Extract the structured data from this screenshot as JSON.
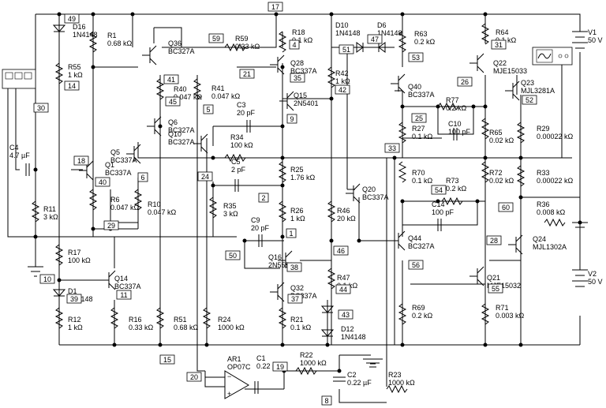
{
  "components": {
    "D16": [
      "D16",
      "1N4148"
    ],
    "R1": [
      "R1",
      "0.68 kΩ"
    ],
    "Q36": [
      "Q36",
      "BC327A"
    ],
    "R59": [
      "R59",
      "0.33 kΩ"
    ],
    "R18": [
      "R18",
      "0.1 kΩ"
    ],
    "D10": [
      "D10",
      "1N4148"
    ],
    "D6": [
      "D6",
      "1N4148"
    ],
    "R63": [
      "R63",
      "0.2 kΩ"
    ],
    "R64": [
      "R64",
      "0.1 kΩ"
    ],
    "R55": [
      "R55",
      "1 kΩ"
    ],
    "Q28": [
      "Q28",
      "BC337A"
    ],
    "R42": [
      "R42",
      "1 kΩ"
    ],
    "Q22": [
      "Q22",
      "MJE15033"
    ],
    "R40": [
      "R40",
      "0.047 kΩ"
    ],
    "R41": [
      "R41",
      "0.047 kΩ"
    ],
    "Q15": [
      "Q15",
      "2N5401"
    ],
    "Q40": [
      "Q40",
      "BC337A"
    ],
    "R77": [
      "R77",
      "0.2 kΩ"
    ],
    "Q23": [
      "Q23",
      "MJL3281A"
    ],
    "C3": [
      "C3",
      "20 pF"
    ],
    "C10": [
      "C10",
      "100 pF"
    ],
    "C4": [
      "C4",
      "4.7 µF"
    ],
    "Q6": [
      "Q6",
      "BC327A"
    ],
    "Q10": [
      "Q10",
      "BC327A"
    ],
    "R34": [
      "R34",
      "100 kΩ"
    ],
    "R27": [
      "R27",
      "0.1 kΩ"
    ],
    "R65": [
      "R65",
      "0.02 kΩ"
    ],
    "R29": [
      "R29",
      "0.00022 kΩ"
    ],
    "Q5": [
      "Q5",
      "BC337A"
    ],
    "Q1": [
      "Q1",
      "BC337A"
    ],
    "C5": [
      "C5",
      "2 pF"
    ],
    "R25": [
      "R25",
      "1.76 kΩ"
    ],
    "R70": [
      "R70",
      "0.1 kΩ"
    ],
    "R72": [
      "R72",
      "0.02 kΩ"
    ],
    "R33": [
      "R33",
      "0.00022 kΩ"
    ],
    "R73": [
      "R73",
      "0.2 kΩ"
    ],
    "R6": [
      "R6",
      "0.047 kΩ"
    ],
    "R10": [
      "R10",
      "0.047 kΩ"
    ],
    "R11": [
      "R11",
      "3 kΩ"
    ],
    "R35": [
      "R35",
      "3 kΩ"
    ],
    "Q20": [
      "Q20",
      "BC337A"
    ],
    "C14": [
      "C14",
      "100 pF"
    ],
    "R36": [
      "R36",
      "0.008 kΩ"
    ],
    "R26": [
      "R26",
      "1 kΩ"
    ],
    "R46": [
      "R46",
      "20 kΩ"
    ],
    "C9": [
      "C9",
      "20 pF"
    ],
    "Q44": [
      "Q44",
      "BC327A"
    ],
    "Q24": [
      "Q24",
      "MJL1302A"
    ],
    "R17": [
      "R17",
      "100 kΩ"
    ],
    "Q16": [
      "Q16",
      "2N5551"
    ],
    "Q14": [
      "Q14",
      "BC337A"
    ],
    "D1": [
      "D1",
      "1N4148"
    ],
    "Q32": [
      "Q32",
      "BC337A"
    ],
    "R47": [
      "R47",
      "0.1 kΩ"
    ],
    "Q21": [
      "Q21",
      "MJE15032"
    ],
    "R12": [
      "R12",
      "1 kΩ"
    ],
    "R16": [
      "R16",
      "0.33 kΩ"
    ],
    "R51": [
      "R51",
      "0.68 kΩ"
    ],
    "R24": [
      "R24",
      "1000 kΩ"
    ],
    "R21": [
      "R21",
      "0.1 kΩ"
    ],
    "R69": [
      "R69",
      "0.2 kΩ"
    ],
    "R71": [
      "R71",
      "0.003 kΩ"
    ],
    "D12": [
      "D12",
      "1N4148"
    ],
    "AR1": [
      "AR1",
      "OP07C"
    ],
    "C1": [
      "C1",
      "0.22 µF"
    ],
    "R22": [
      "R22",
      "1000 kΩ"
    ],
    "C2": [
      "C2",
      "0.22 µF"
    ],
    "R23": [
      "R23",
      "1000 kΩ"
    ],
    "V1": [
      "V1",
      "50 V"
    ],
    "V2": [
      "V2",
      "50 V"
    ]
  },
  "nets": [
    "17",
    "49",
    "59",
    "4",
    "30",
    "31",
    "47",
    "53",
    "51",
    "14",
    "21",
    "35",
    "41",
    "45",
    "42",
    "26",
    "52",
    "5",
    "25",
    "9",
    "18",
    "6",
    "24",
    "33",
    "2",
    "54",
    "60",
    "29",
    "50",
    "46",
    "1",
    "28",
    "38",
    "56",
    "10",
    "11",
    "37",
    "44",
    "55",
    "43",
    "15",
    "20",
    "19",
    "8",
    "39",
    "40"
  ]
}
